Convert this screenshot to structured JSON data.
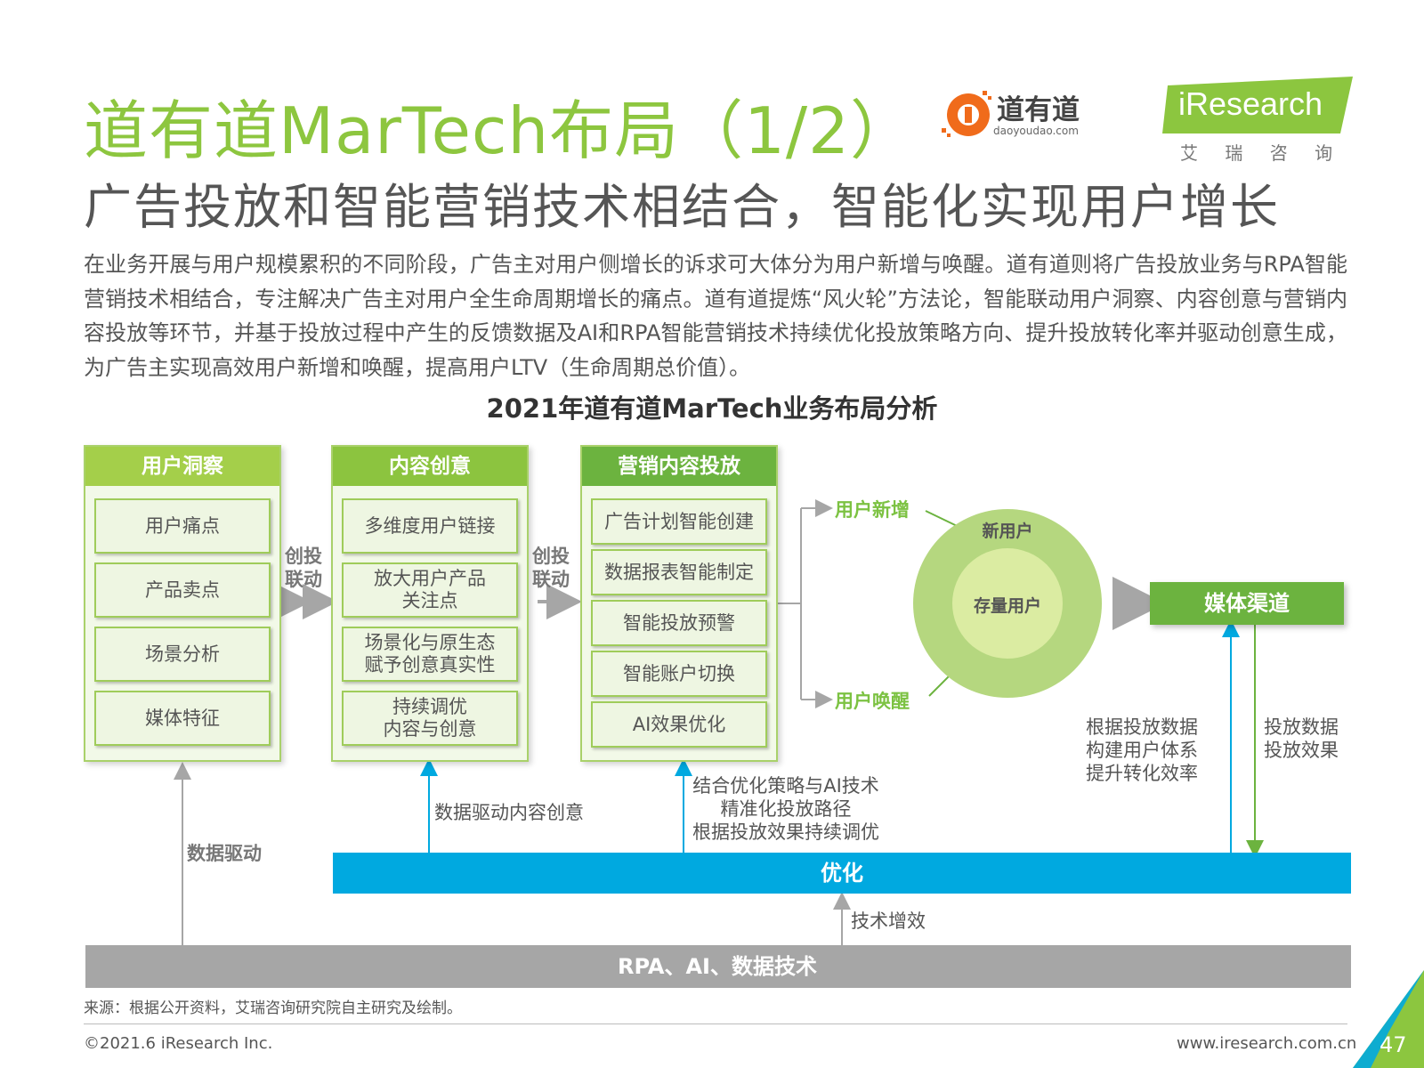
{
  "header": {
    "title": "道有道MarTech布局（1/2）",
    "subtitle": "广告投放和智能营销技术相结合，智能化实现用户增长",
    "paragraph": "在业务开展与用户规模累积的不同阶段，广告主对用户侧增长的诉求可大体分为用户新增与唤醒。道有道则将广告投放业务与RPA智能营销技术相结合，专注解决广告主对用户全生命周期增长的痛点。道有道提炼“风火轮”方法论，智能联动用户洞察、内容创意与营销内容投放等环节，并基于投放过程中产生的反馈数据及AI和RPA智能营销技术持续优化投放策略方向、提升投放转化率并驱动创意生成，为广告主实现高效用户新增和唤醒，提高用户LTV（生命周期总价值）。"
  },
  "logos": {
    "daoyoudao_name": "道有道",
    "daoyoudao_url": "daoyoudao.com",
    "iresearch_name": "iResearch",
    "iresearch_cn": "艾 瑞 咨 询"
  },
  "diagram": {
    "title": "2021年道有道MarTech业务布局分析",
    "columns": [
      {
        "header": "用户洞察",
        "items": [
          "用户痛点",
          "产品卖点",
          "场景分析",
          "媒体特征"
        ]
      },
      {
        "header": "内容创意",
        "items": [
          "多维度用户链接",
          "放大用户产品\n关注点",
          "场景化与原生态\n赋予创意真实性",
          "持续调优\n内容与创意"
        ]
      },
      {
        "header": "营销内容投放",
        "items": [
          "广告计划智能创建",
          "数据报表智能制定",
          "智能投放预警",
          "智能账户切换",
          "AI效果优化"
        ]
      }
    ],
    "link_label_1": "创投\n联动",
    "link_label_2": "创投\n联动",
    "branch_new": "用户新增",
    "branch_wake": "用户唤醒",
    "circle_outer": "新用户",
    "circle_inner": "存量用户",
    "media": "媒体渠道",
    "note_data_driven": "数据驱动",
    "note_content": "数据驱动内容创意",
    "note_strategy": "结合优化策略与AI技术\n精准化投放路径\n根据投放效果持续调优",
    "note_build": "根据投放数据\n构建用户体系\n提升转化效率",
    "note_feedback": "投放数据\n投放效果",
    "note_tech": "技术增效",
    "bar_optimize": "优化",
    "bar_base": "RPA、AI、数据技术",
    "colors": {
      "green_dark": "#6cb33f",
      "green_light": "#a4cf4a",
      "blue": "#00a9e0",
      "gray": "#a6a6a6"
    }
  },
  "footer": {
    "source": "来源：根据公开资料，艾瑞咨询研究院自主研究及绘制。",
    "copyright": "©2021.6 iResearch Inc.",
    "url": "www.iresearch.com.cn",
    "page": "47"
  }
}
